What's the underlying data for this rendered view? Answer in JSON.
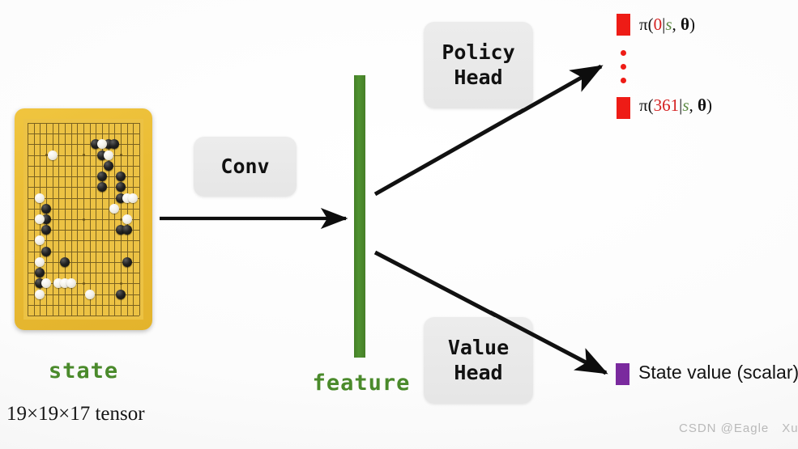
{
  "diagram": {
    "title": "AlphaGo-style policy and value network architecture",
    "background_color": "#fbfbfb"
  },
  "board": {
    "label": "state",
    "sublabel": "19×19×17 tensor",
    "label_color": "#4a8a2b",
    "board_color": "#ecc244",
    "size": 19,
    "black_stones": [
      [
        11,
        2
      ],
      [
        13,
        2
      ],
      [
        14,
        2
      ],
      [
        12,
        3
      ],
      [
        13,
        4
      ],
      [
        12,
        5
      ],
      [
        12,
        6
      ],
      [
        15,
        5
      ],
      [
        15,
        6
      ],
      [
        15,
        7
      ],
      [
        3,
        8
      ],
      [
        3,
        9
      ],
      [
        3,
        10
      ],
      [
        3,
        12
      ],
      [
        15,
        10
      ],
      [
        16,
        10
      ],
      [
        2,
        14
      ],
      [
        2,
        15
      ],
      [
        6,
        13
      ],
      [
        16,
        13
      ],
      [
        15,
        16
      ]
    ],
    "white_stones": [
      [
        4,
        3
      ],
      [
        12,
        2
      ],
      [
        13,
        3
      ],
      [
        16,
        7
      ],
      [
        17,
        7
      ],
      [
        14,
        8
      ],
      [
        2,
        7
      ],
      [
        2,
        9
      ],
      [
        2,
        11
      ],
      [
        2,
        13
      ],
      [
        16,
        9
      ],
      [
        5,
        15
      ],
      [
        6,
        15
      ],
      [
        7,
        15
      ],
      [
        3,
        15
      ],
      [
        2,
        16
      ],
      [
        10,
        16
      ]
    ]
  },
  "nodes": {
    "conv": {
      "label": "Conv"
    },
    "policy_head": {
      "line1": "Policy",
      "line2": "Head"
    },
    "value_head": {
      "line1": "Value",
      "line2": "Head"
    },
    "feature": {
      "label": "feature",
      "color": "#4a8a2b"
    }
  },
  "outputs": {
    "policy": {
      "swatch_color": "#ee1c16",
      "items": [
        {
          "pi": "π(",
          "action": "0",
          "bar": "|",
          "state": "s",
          "comma": ", ",
          "theta": "θ",
          "close": ")"
        },
        {
          "pi": "π(",
          "action": "361",
          "bar": "|",
          "state": "s",
          "comma": ", ",
          "theta": "θ",
          "close": ")"
        }
      ],
      "ellipsis": "⋮"
    },
    "value": {
      "swatch_color": "#7a2a9e",
      "label": "State value (scalar)"
    }
  },
  "watermark": {
    "text": "CSDN @Eagle Xu"
  }
}
